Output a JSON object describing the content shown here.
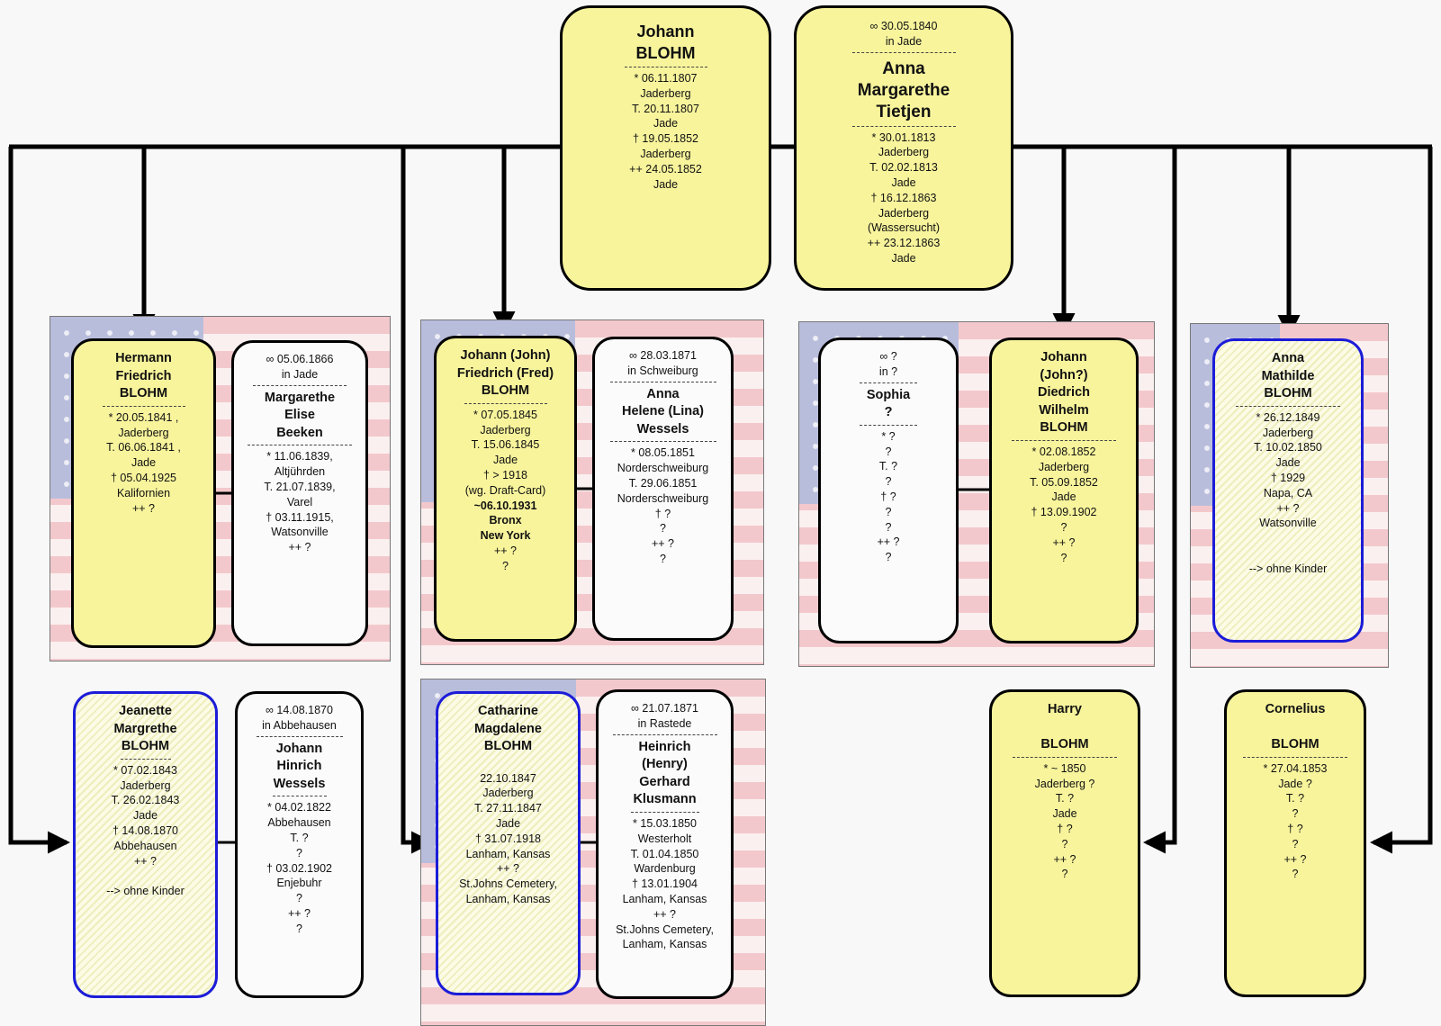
{
  "couple": {
    "husband": {
      "name_lines": [
        "Johann",
        "BLOHM"
      ],
      "details": [
        "* 06.11.1807",
        "Jaderberg",
        "T. 20.11.1807",
        "Jade",
        "† 19.05.1852",
        "Jaderberg",
        "++ 24.05.1852",
        "Jade"
      ]
    },
    "wife": {
      "marriage": [
        "∞ 30.05.1840",
        "in Jade"
      ],
      "name_lines": [
        "Anna",
        "Margarethe",
        "Tietjen"
      ],
      "details": [
        "* 30.01.1813",
        "Jaderberg",
        "T. 02.02.1813",
        "Jade",
        "†  16.12.1863",
        "Jaderberg",
        "(Wassersucht)",
        "++  23.12.1863",
        "Jade"
      ]
    }
  },
  "families": [
    {
      "child": {
        "name_lines": [
          "Hermann",
          "Friedrich",
          "BLOHM"
        ],
        "details": [
          "* 20.05.1841 ,",
          "Jaderberg",
          "T. 06.06.1841 ,",
          "Jade",
          "† 05.04.1925",
          "Kalifornien",
          "++ ?"
        ]
      },
      "spouse": {
        "marriage": [
          "∞ 05.06.1866",
          "in Jade"
        ],
        "name_lines": [
          "Margarethe",
          "Elise",
          "Beeken"
        ],
        "details": [
          "* 11.06.1839,",
          "Altjührden",
          "T. 21.07.1839,",
          "Varel",
          "†  03.11.1915,",
          "Watsonville",
          "++  ?"
        ]
      }
    },
    {
      "child": {
        "name_lines": [
          "Johann (John)",
          "Friedrich (Fred)",
          "BLOHM"
        ],
        "details": [
          "* 07.05.1845",
          "Jaderberg",
          "T. 15.06.1845",
          "Jade",
          "†  > 1918",
          "(wg. Draft-Card)"
        ],
        "details_bold": [
          "~06.10.1931",
          "Bronx",
          "New York"
        ],
        "details_tail": [
          "++ ?",
          "?"
        ]
      },
      "spouse": {
        "marriage": [
          "∞ 28.03.1871",
          "in Schweiburg"
        ],
        "name_lines": [
          "Anna",
          "Helene (Lina)",
          "Wessels"
        ],
        "details": [
          "* 08.05.1851",
          "Norderschweiburg",
          "T. 29.06.1851",
          "Norderschweiburg",
          "†  ?",
          "?",
          "++  ?",
          "?"
        ]
      }
    },
    {
      "spouse": {
        "marriage": [
          "∞ ?",
          "in ?"
        ],
        "name_lines": [
          "Sophia",
          "?"
        ],
        "details": [
          "* ?",
          "?",
          "T. ?",
          "?",
          "†  ?",
          "?",
          "?",
          "++  ?",
          "?"
        ]
      },
      "child": {
        "name_lines": [
          "Johann",
          "(John?)",
          "Diedrich",
          "Wilhelm",
          "BLOHM"
        ],
        "details": [
          "* 02.08.1852",
          "Jaderberg",
          "T. 05.09.1852",
          "Jade",
          "† 13.09.1902",
          "?",
          "++ ?",
          "?"
        ]
      }
    },
    {
      "child": {
        "name_lines": [
          "Anna",
          "Mathilde",
          "BLOHM"
        ],
        "details": [
          "* 26.12.1849",
          "Jaderberg",
          "T. 10.02.1850",
          "Jade",
          "† 1929",
          "Napa, CA",
          "++ ?",
          "Watsonville"
        ],
        "note": "--> ohne Kinder"
      }
    },
    {
      "child": {
        "name_lines": [
          "Jeanette",
          "Margrethe",
          "BLOHM"
        ],
        "details": [
          "* 07.02.1843",
          "Jaderberg",
          "T. 26.02.1843",
          "Jade",
          "† 14.08.1870",
          "Abbehausen",
          "++ ?"
        ],
        "note": "--> ohne Kinder"
      },
      "spouse": {
        "marriage": [
          "∞ 14.08.1870",
          "in Abbehausen"
        ],
        "name_lines": [
          "Johann",
          "Hinrich",
          "Wessels"
        ],
        "details": [
          "* 04.02.1822",
          "Abbehausen",
          "T. ?",
          "?",
          "†  03.02.1902",
          "Enjebuhr",
          "?",
          "++  ?",
          "?"
        ]
      }
    },
    {
      "child": {
        "name_lines": [
          "Catharine",
          "Magdalene",
          "BLOHM"
        ],
        "details": [
          "22.10.1847",
          "Jaderberg",
          "T. 27.11.1847",
          "Jade",
          "† 31.07.1918",
          "Lanham, Kansas",
          "++ ?",
          "St.Johns Cemetery,",
          "Lanham, Kansas"
        ]
      },
      "spouse": {
        "marriage": [
          "∞ 21.07.1871",
          "in Rastede"
        ],
        "name_lines": [
          "Heinrich",
          "(Henry)",
          "Gerhard",
          "Klusmann"
        ],
        "details": [
          "* 15.03.1850",
          "Westerholt",
          "T. 01.04.1850",
          "Wardenburg",
          "†  13.01.1904",
          "Lanham, Kansas",
          "++  ?",
          "St.Johns Cemetery,",
          "Lanham, Kansas"
        ]
      }
    },
    {
      "child": {
        "name_lines": [
          "Harry",
          "",
          "BLOHM"
        ],
        "details": [
          "* ~ 1850",
          "Jaderberg ?",
          "T. ?",
          "Jade",
          "† ?",
          "?",
          "++ ?",
          "?"
        ]
      }
    },
    {
      "child": {
        "name_lines": [
          "Cornelius",
          "",
          "BLOHM"
        ],
        "details": [
          "* 27.04.1853",
          "Jade ?",
          "T. ?",
          "?",
          "† ?",
          "?",
          "++ ?",
          "?"
        ]
      }
    }
  ]
}
